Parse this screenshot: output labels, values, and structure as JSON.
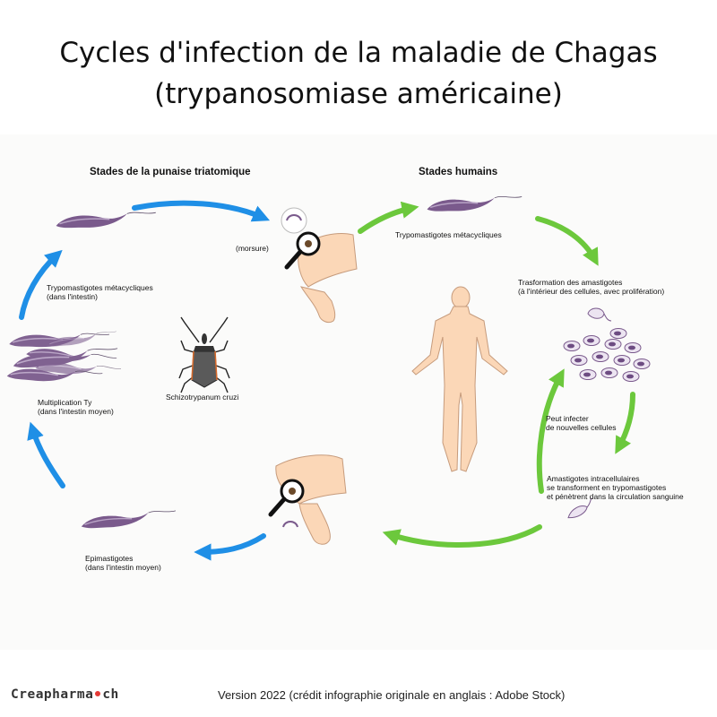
{
  "title_line1": "Cycles d'infection de la maladie de Chagas",
  "title_line2": "(trypanosomiase américaine)",
  "sections": {
    "bug": "Stades de la punaise triatomique",
    "human": "Stades humains"
  },
  "labels": {
    "morsure": "(morsure)",
    "trypo_human": "Trypomastigotes métacycliques",
    "transformation_1": "Trasformation des amastigotes",
    "transformation_2": "(à l'intérieur des cellules, avec prolifération)",
    "peut_1": "Peut infecter",
    "peut_2": "de nouvelles cellules",
    "amast_1": "Amastigotes intracellulaires",
    "amast_2": "se transforment en trypomastigotes",
    "amast_3": "et pénètrent dans la circulation sanguine",
    "trypo_bug_1": "Trypomastigotes métacycliques",
    "trypo_bug_2": "(dans l'intestin)",
    "mult_1": "Multiplication Ty",
    "mult_2": "(dans l'intestin moyen)",
    "schizo": "Schizotrypanum cruzi",
    "epi_1": "Epimastigotes",
    "epi_2": "(dans l'intestin moyen)"
  },
  "brand_text": "Creapharma",
  "brand_suffix": "ch",
  "footer": "Version 2022 (crédit infographie originale en anglais : Adobe Stock)",
  "colors": {
    "blue_arrow": "#1f8fe6",
    "green_arrow": "#6cc83c",
    "parasite": "#7a5a8c",
    "skin": "#fbd7b7",
    "bug": "#4a4a4a"
  }
}
